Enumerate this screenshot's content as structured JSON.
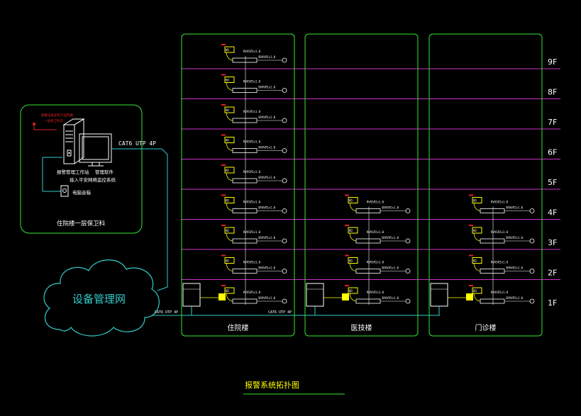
{
  "colors": {
    "background": "#000000",
    "building_frame": "#33e633",
    "floor_line": "#cc33cc",
    "cable": "#33cccc",
    "detector": "#ffffff",
    "alarm_red": "#e02020",
    "module_yellow": "#ffff00",
    "text_white": "#ffffff",
    "title_yellow": "#ffff00",
    "office_frame": "#33e633"
  },
  "floors": [
    "9F",
    "8F",
    "7F",
    "6F",
    "5F",
    "4F",
    "3F",
    "2F",
    "1F"
  ],
  "floor_device_code": "RVVSP2x1.0",
  "cable_spec": "SRVVP2x1.0",
  "buildings": [
    {
      "id": "inpatient",
      "name": "住院楼",
      "floors_with_devices": [
        "9F",
        "8F",
        "7F",
        "6F",
        "5F",
        "4F",
        "3F",
        "2F",
        "1F"
      ]
    },
    {
      "id": "medtech",
      "name": "医技楼",
      "floors_with_devices": [
        "4F",
        "3F",
        "2F",
        "1F"
      ]
    },
    {
      "id": "outpatient",
      "name": "门诊楼",
      "floors_with_devices": [
        "4F",
        "3F",
        "2F",
        "1F"
      ]
    }
  ],
  "office": {
    "caption": "住院楼一层保卫科",
    "workstation_label": "报警管理工作站",
    "software_label": "管理软件",
    "network_label": "接入平安网络监控系统",
    "printer_label": "电脑音箱",
    "note_line1": "报警设备安装于住院楼",
    "note_line2": "一层保卫科内"
  },
  "network": {
    "label": "设备管理网",
    "uplink_cable": "CAT6 UTP 4P",
    "trunk_cable": "CAT6 UTP 4P"
  },
  "diagram_title": "报警系统拓扑图"
}
